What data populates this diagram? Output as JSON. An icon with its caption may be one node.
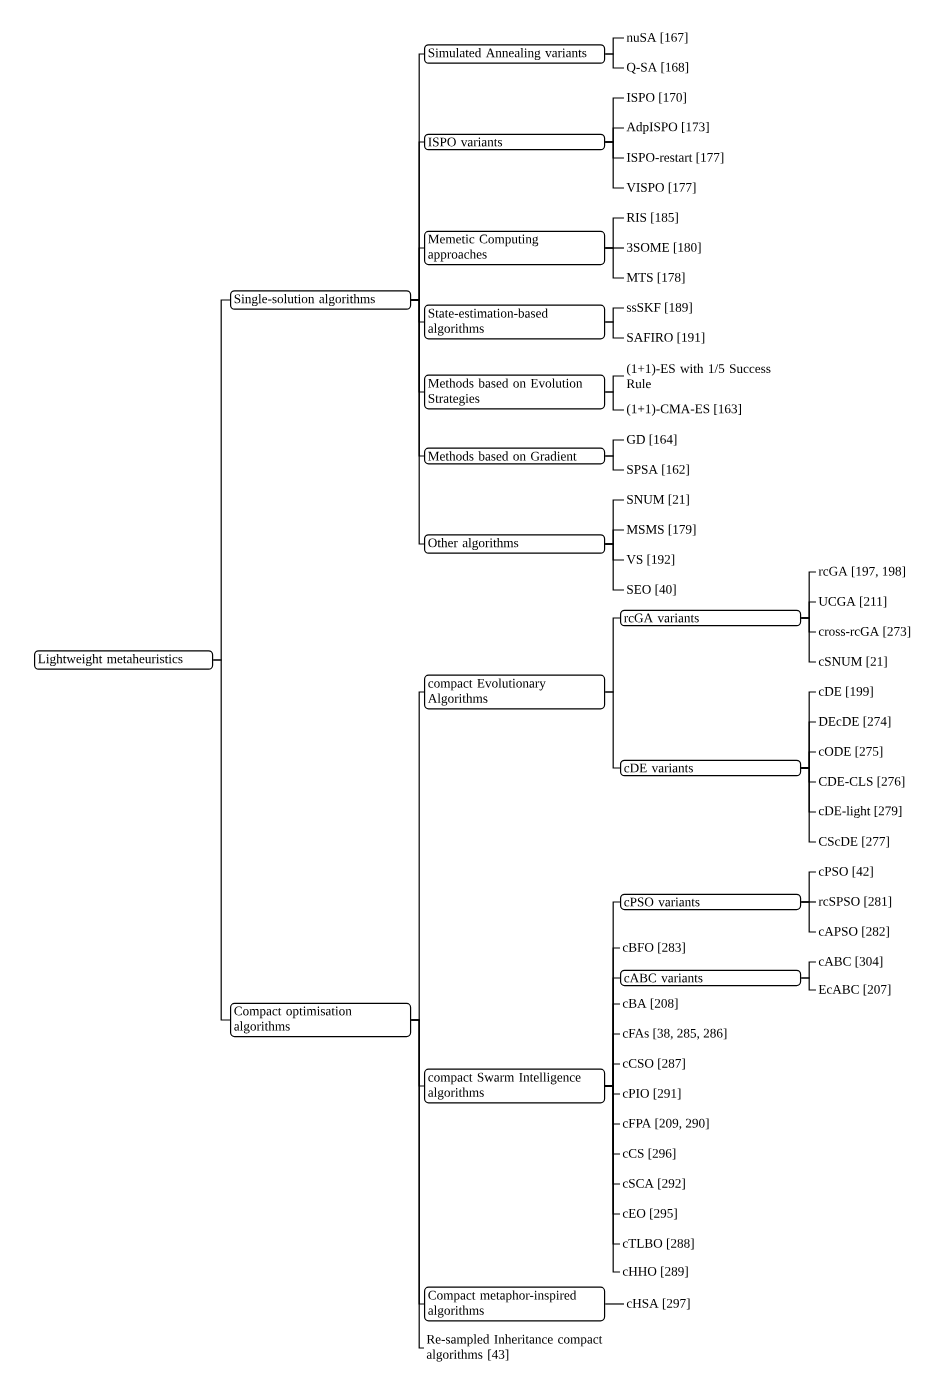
{
  "diagram": {
    "nodes": [
      {
        "text": [
          "Lightweight metaheuristics"
        ]
      },
      {
        "text": [
          "Single-solution algorithms"
        ]
      },
      {
        "text": [
          "Simulated Annealing variants"
        ]
      },
      {
        "text": [
          "nuSA [167]"
        ]
      },
      {
        "text": [
          "Q-SA [168]"
        ]
      },
      {
        "text": [
          "ISPO variants"
        ]
      },
      {
        "text": [
          "ISPO [170]"
        ]
      },
      {
        "text": [
          "AdpISPO [173]"
        ]
      },
      {
        "text": [
          "ISPO-restart [177]"
        ]
      },
      {
        "text": [
          "VISPO [177]"
        ]
      },
      {
        "text": [
          "Memetic Computing approaches"
        ]
      },
      {
        "text": [
          "RIS [185]"
        ]
      },
      {
        "text": [
          "3SOME [180]"
        ]
      },
      {
        "text": [
          "MTS [178]"
        ]
      },
      {
        "text": [
          "State-estimation-based algorithms"
        ]
      },
      {
        "text": [
          "ssSKF [189]"
        ]
      },
      {
        "text": [
          "SAFIRO [191]"
        ]
      },
      {
        "text": [
          "Methods based on Evolution Strategies"
        ]
      },
      {
        "text": [
          "(1+1)-ES with 1/5 Success Rule"
        ]
      },
      {
        "text": [
          "(1+1)-CMA-ES [163]"
        ]
      },
      {
        "text": [
          "Methods based on Gradient"
        ]
      },
      {
        "text": [
          "GD [164]"
        ]
      },
      {
        "text": [
          "SPSA [162]"
        ]
      },
      {
        "text": [
          "Other algorithms"
        ]
      },
      {
        "text": [
          "SNUM [21]"
        ]
      },
      {
        "text": [
          "MSMS [179]"
        ]
      },
      {
        "text": [
          "VS [192]"
        ]
      },
      {
        "text": [
          "SEO [40]"
        ]
      },
      {
        "text": [
          "Compact optimisation algorithms"
        ]
      },
      {
        "text": [
          "compact Evolutionary Algorithms"
        ]
      },
      {
        "text": [
          "rcGA variants"
        ]
      },
      {
        "text": [
          "rcGA [197, 198]"
        ]
      },
      {
        "text": [
          "UCGA [211]"
        ]
      },
      {
        "text": [
          "cross-rcGA [273]"
        ]
      },
      {
        "text": [
          "cSNUM [21]"
        ]
      },
      {
        "text": [
          "cDE variants"
        ]
      },
      {
        "text": [
          "cDE [199]"
        ]
      },
      {
        "text": [
          "DEcDE [274]"
        ]
      },
      {
        "text": [
          "cODE [275]"
        ]
      },
      {
        "text": [
          "CDE-CLS [276]"
        ]
      },
      {
        "text": [
          "cDE-light [279]"
        ]
      },
      {
        "text": [
          "CScDE [277]"
        ]
      },
      {
        "text": [
          "compact Swarm Intelligence algorithms"
        ]
      },
      {
        "text": [
          "cPSO variants"
        ]
      },
      {
        "text": [
          "cPSO [42]"
        ]
      },
      {
        "text": [
          "rcSPSO [281]"
        ]
      },
      {
        "text": [
          "cAPSO [282]"
        ]
      },
      {
        "text": [
          "cBFO [283]"
        ]
      },
      {
        "text": [
          "cABC variants"
        ]
      },
      {
        "text": [
          "cABC [304]"
        ]
      },
      {
        "text": [
          "EcABC [207]"
        ]
      },
      {
        "text": [
          "cBA [208]"
        ]
      },
      {
        "text": [
          "cFAs [38, 285, 286]"
        ]
      },
      {
        "text": [
          "cCSO [287]"
        ]
      },
      {
        "text": [
          "cPIO [291]"
        ]
      },
      {
        "text": [
          "cFPA [209, 290]"
        ]
      },
      {
        "text": [
          "cCS [296]"
        ]
      },
      {
        "text": [
          "cSCA [292]"
        ]
      },
      {
        "text": [
          "cEO [295]"
        ]
      },
      {
        "text": [
          "cTLBO [288]"
        ]
      },
      {
        "text": [
          "cHHO [289]"
        ]
      },
      {
        "text": [
          "Compact metaphor-inspired algorithms"
        ]
      },
      {
        "text": [
          "cHSA [297]"
        ]
      },
      {
        "text": [
          "Re-sampled Inheritance compact algorithms [43]"
        ]
      }
    ],
    "edges": [
      {
        "from": 0,
        "to": 1,
        "arrow": "none"
      },
      {
        "from": 1,
        "to": 2,
        "arrow": "none"
      },
      {
        "from": 2,
        "to": 3,
        "arrow": "none"
      },
      {
        "from": 2,
        "to": 4,
        "arrow": "none"
      },
      {
        "from": 1,
        "to": 5,
        "arrow": "none"
      },
      {
        "from": 5,
        "to": 6,
        "arrow": "none"
      },
      {
        "from": 5,
        "to": 7,
        "arrow": "none"
      },
      {
        "from": 5,
        "to": 8,
        "arrow": "none"
      },
      {
        "from": 5,
        "to": 9,
        "arrow": "none"
      },
      {
        "from": 1,
        "to": 10,
        "arrow": "none"
      },
      {
        "from": 10,
        "to": 11,
        "arrow": "none"
      },
      {
        "from": 10,
        "to": 12,
        "arrow": "none"
      },
      {
        "from": 10,
        "to": 13,
        "arrow": "none"
      },
      {
        "from": 1,
        "to": 14,
        "arrow": "none"
      },
      {
        "from": 14,
        "to": 15,
        "arrow": "none"
      },
      {
        "from": 14,
        "to": 16,
        "arrow": "none"
      },
      {
        "from": 1,
        "to": 17,
        "arrow": "none"
      },
      {
        "from": 17,
        "to": 18,
        "arrow": "none"
      },
      {
        "from": 17,
        "to": 19,
        "arrow": "none"
      },
      {
        "from": 1,
        "to": 20,
        "arrow": "none"
      },
      {
        "from": 20,
        "to": 21,
        "arrow": "none"
      },
      {
        "from": 20,
        "to": 22,
        "arrow": "none"
      },
      {
        "from": 1,
        "to": 23,
        "arrow": "none"
      },
      {
        "from": 23,
        "to": 24,
        "arrow": "none"
      },
      {
        "from": 23,
        "to": 25,
        "arrow": "none"
      },
      {
        "from": 23,
        "to": 26,
        "arrow": "none"
      },
      {
        "from": 23,
        "to": 27,
        "arrow": "none"
      },
      {
        "from": 0,
        "to": 28,
        "arrow": "none"
      },
      {
        "from": 28,
        "to": 29,
        "arrow": "none"
      },
      {
        "from": 29,
        "to": 30,
        "arrow": "none"
      },
      {
        "from": 30,
        "to": 31,
        "arrow": "none"
      },
      {
        "from": 30,
        "to": 32,
        "arrow": "none"
      },
      {
        "from": 30,
        "to": 33,
        "arrow": "none"
      },
      {
        "from": 30,
        "to": 34,
        "arrow": "none"
      },
      {
        "from": 29,
        "to": 35,
        "arrow": "none"
      },
      {
        "from": 35,
        "to": 36,
        "arrow": "none"
      },
      {
        "from": 35,
        "to": 37,
        "arrow": "none"
      },
      {
        "from": 35,
        "to": 38,
        "arrow": "none"
      },
      {
        "from": 35,
        "to": 39,
        "arrow": "none"
      },
      {
        "from": 35,
        "to": 40,
        "arrow": "none"
      },
      {
        "from": 35,
        "to": 41,
        "arrow": "none"
      },
      {
        "from": 28,
        "to": 42,
        "arrow": "none"
      },
      {
        "from": 42,
        "to": 43,
        "arrow": "none"
      },
      {
        "from": 43,
        "to": 44,
        "arrow": "none"
      },
      {
        "from": 43,
        "to": 45,
        "arrow": "none"
      },
      {
        "from": 43,
        "to": 46,
        "arrow": "none"
      },
      {
        "from": 42,
        "to": 47,
        "arrow": "none"
      },
      {
        "from": 42,
        "to": 48,
        "arrow": "none"
      },
      {
        "from": 48,
        "to": 49,
        "arrow": "none"
      },
      {
        "from": 48,
        "to": 50,
        "arrow": "none"
      },
      {
        "from": 42,
        "to": 51,
        "arrow": "none"
      },
      {
        "from": 42,
        "to": 52,
        "arrow": "none"
      },
      {
        "from": 42,
        "to": 53,
        "arrow": "none"
      },
      {
        "from": 42,
        "to": 54,
        "arrow": "none"
      },
      {
        "from": 42,
        "to": 55,
        "arrow": "none"
      },
      {
        "from": 42,
        "to": 56,
        "arrow": "none"
      },
      {
        "from": 42,
        "to": 57,
        "arrow": "none"
      },
      {
        "from": 42,
        "to": 58,
        "arrow": "none"
      },
      {
        "from": 42,
        "to": 59,
        "arrow": "none"
      },
      {
        "from": 42,
        "to": 60,
        "arrow": "none"
      },
      {
        "from": 28,
        "to": 61,
        "arrow": "none"
      },
      {
        "from": 61,
        "to": 62,
        "arrow": "none"
      },
      {
        "from": 28,
        "to": 63,
        "arrow": "none"
      }
    ]
  }
}
